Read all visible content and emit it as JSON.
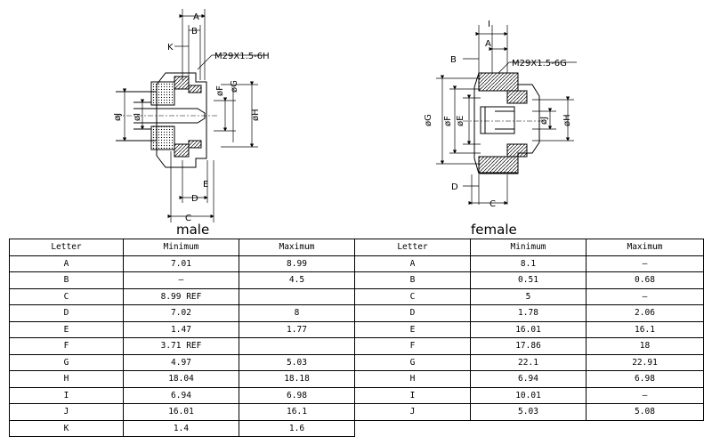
{
  "drawings": {
    "male": {
      "caption": "male",
      "thread_label": "M29X1.5-6H",
      "dim_letters": [
        "A",
        "B",
        "K",
        "C",
        "D",
        "E",
        "øJ",
        "øI",
        "øF",
        "øG",
        "øH"
      ]
    },
    "female": {
      "caption": "female",
      "thread_label": "M29X1.5-6G",
      "dim_letters": [
        "I",
        "A",
        "B",
        "D",
        "C",
        "øG",
        "øF",
        "øE",
        "øJ",
        "øH"
      ]
    }
  },
  "table": {
    "headers": [
      "Letter",
      "Minimum",
      "Maximum",
      "Letter",
      "Minimum",
      "Maximum"
    ],
    "male_rows": [
      [
        "A",
        "7.01",
        "8.99"
      ],
      [
        "B",
        "–",
        "4.5"
      ],
      [
        "C",
        "8.99 REF",
        ""
      ],
      [
        "D",
        "7.02",
        "8"
      ],
      [
        "E",
        "1.47",
        "1.77"
      ],
      [
        "F",
        "3.71 REF",
        ""
      ],
      [
        "G",
        "4.97",
        "5.03"
      ],
      [
        "H",
        "18.04",
        "18.18"
      ],
      [
        "I",
        "6.94",
        "6.98"
      ],
      [
        "J",
        "16.01",
        "16.1"
      ],
      [
        "K",
        "1.4",
        "1.6"
      ]
    ],
    "female_rows": [
      [
        "A",
        "8.1",
        "–"
      ],
      [
        "B",
        "0.51",
        "0.68"
      ],
      [
        "C",
        "5",
        "–"
      ],
      [
        "D",
        "1.78",
        "2.06"
      ],
      [
        "E",
        "16.01",
        "16.1"
      ],
      [
        "F",
        "17.86",
        "18"
      ],
      [
        "G",
        "22.1",
        "22.91"
      ],
      [
        "H",
        "6.94",
        "6.98"
      ],
      [
        "I",
        "10.01",
        "–"
      ],
      [
        "J",
        "5.03",
        "5.08"
      ]
    ]
  }
}
